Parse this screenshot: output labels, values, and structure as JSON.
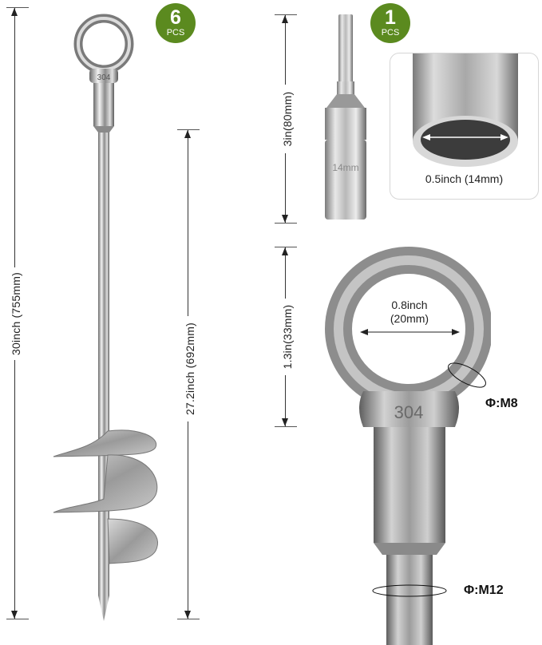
{
  "badges": {
    "anchor": {
      "count": "6",
      "unit": "PCS",
      "color": "#5b8a1f"
    },
    "socket": {
      "count": "1",
      "unit": "PCS",
      "color": "#5b8a1f"
    }
  },
  "dimensions": {
    "total_length": "30inch (755mm)",
    "shaft_length": "27.2inch (692mm)",
    "socket_length": "3in(80mm)",
    "eye_height": "1.3in(33mm)",
    "socket_inner": "0.5inch (14mm)",
    "eye_inner": {
      "line1": "0.8inch",
      "line2": "(20mm)"
    },
    "eye_thread": "Φ:M8",
    "shaft_diameter": "Φ:M12"
  },
  "markings": {
    "eye_stamp": "304",
    "socket_stamp": "14mm"
  },
  "colors": {
    "badge_green": "#5b8a1f",
    "metal_light": "#e4e4e4",
    "metal_mid": "#a9a9a9",
    "metal_dark": "#5e5e5e",
    "line": "#333333"
  }
}
